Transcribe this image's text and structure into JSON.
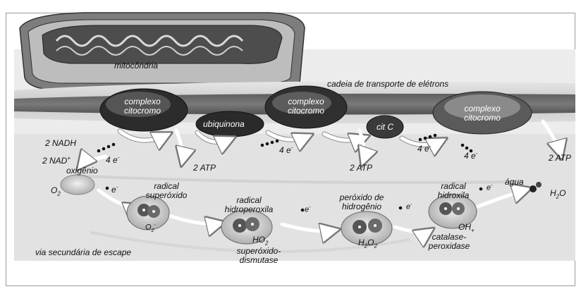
{
  "labels": {
    "mitocondria": "mitocôndria",
    "cadeia": "cadeia de transporte de elétrons",
    "complexo1": [
      "complexo",
      "citocromo"
    ],
    "complexo2": [
      "complexo",
      "citocromo"
    ],
    "complexo3": [
      "complexo",
      "citocromo"
    ],
    "ubiquinona": "ubiquinona",
    "citc": "cit C",
    "nadh": "2 NADH",
    "nad": "2 NAD",
    "nad_sup": "+",
    "oxigenio": "oxigênio",
    "o2": "O",
    "o2_sub": "2",
    "atp1": "2 ATP",
    "atp2": "2 ATP",
    "atp3": "2 ATP",
    "e4a": "4 e",
    "e4a_sup": "-",
    "e4b": "4 e",
    "e4b_sup": "-",
    "e4c": "4 e",
    "e4c_sup": "-",
    "e4d": "4 e",
    "e4d_sup": "-",
    "radical_superoxido": [
      "radical",
      "superóxido"
    ],
    "o2_rad": "O",
    "o2_rad_sub": "2",
    "o2_rad_sup": "-",
    "radical_hidroperoxila": [
      "radical",
      "hidroperoxila"
    ],
    "ho2": "HO",
    "ho2_sub": "2",
    "superoxido_dismutase": [
      "superóxido-",
      "dismutase"
    ],
    "peroxido": [
      "peróxido de",
      "hidrogênio"
    ],
    "h2o2": "H",
    "h2o2_sub1": "2",
    "h2o2_mid": "O",
    "h2o2_sub2": "2",
    "radical_hidroxila": [
      "radical",
      "hidroxila"
    ],
    "oh": "OH",
    "oh_sub": "+",
    "catalase": [
      "catalase-",
      "peroxidase"
    ],
    "agua": "água",
    "h2o": "H",
    "h2o_sub": "2",
    "h2o_tail": "O",
    "via": "via secundária de escape",
    "e_sym": "e",
    "e_sup": "-"
  }
}
